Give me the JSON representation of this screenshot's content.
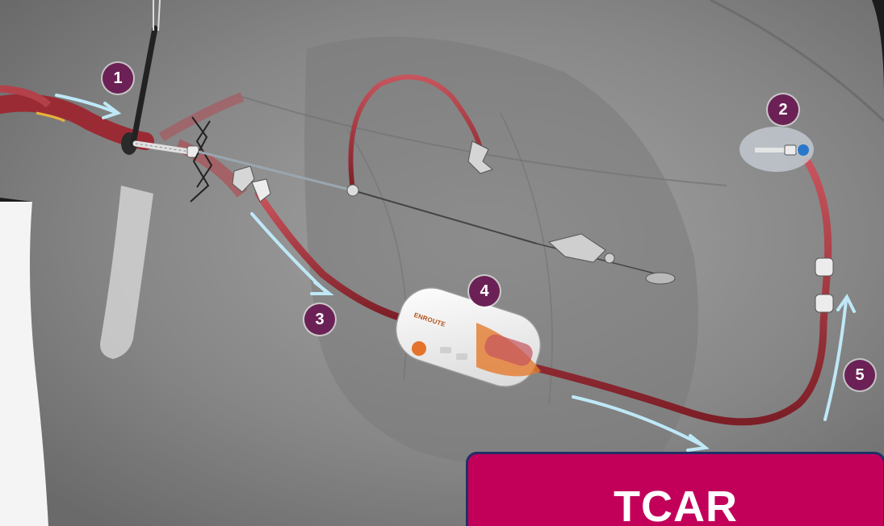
{
  "colors": {
    "background": "#1c1c1c",
    "body": "#8a8a8a",
    "tubing": "#9c2a33",
    "flow_arrow": "#bfe8f7",
    "marker_fill": "#6b2155",
    "title_box": "#c2005a",
    "title_border": "#1f2f66"
  },
  "markers": [
    {
      "label": "1"
    },
    {
      "label": "2"
    },
    {
      "label": "3"
    },
    {
      "label": "4"
    },
    {
      "label": "5"
    }
  ],
  "device": {
    "label": "ENROUTE"
  },
  "title": {
    "text": "TCAR"
  },
  "icons": {
    "neck_artery": "artery-icon",
    "sheath": "sheath-icon",
    "filter": "flow-filter-icon",
    "venous_return": "venous-sheath-icon",
    "stopcock": "stopcock-icon"
  }
}
